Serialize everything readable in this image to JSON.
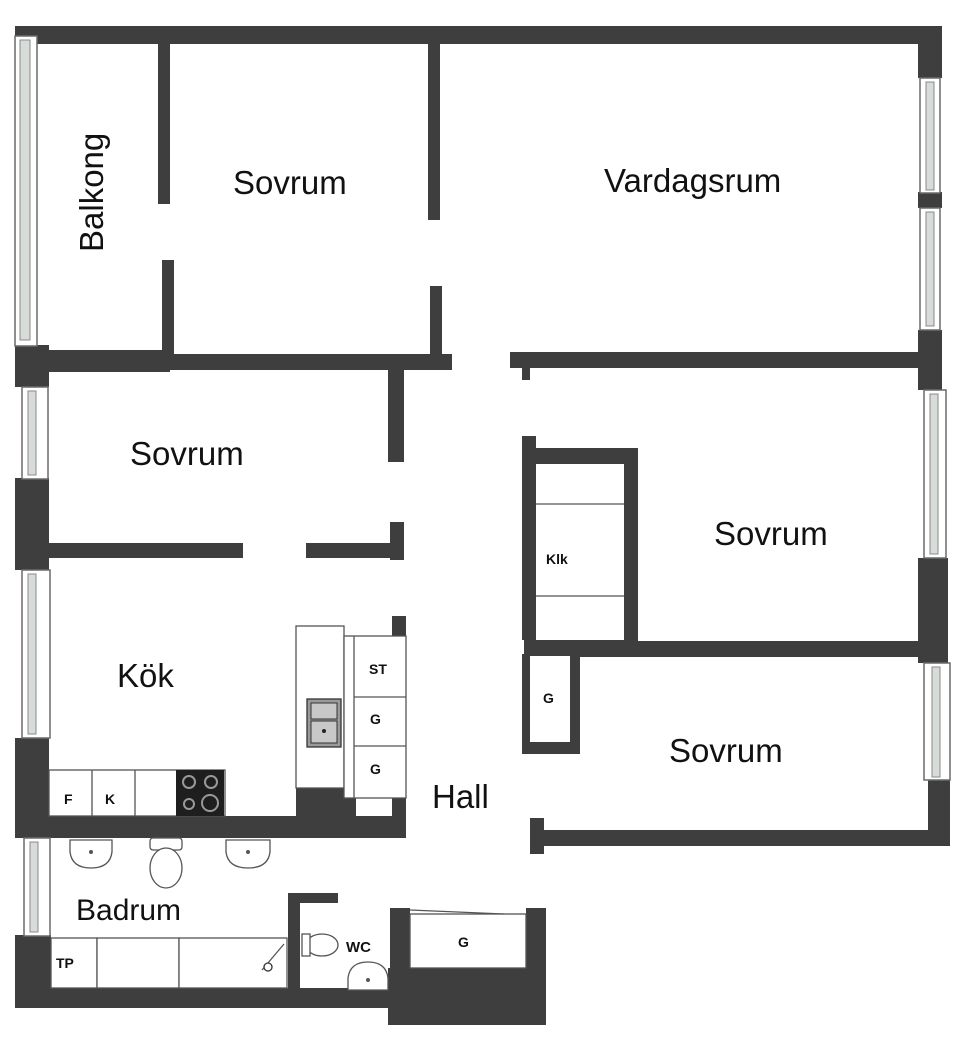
{
  "rooms": {
    "balkong": "Balkong",
    "sovrum_top": "Sovrum",
    "vardagsrum": "Vardagsrum",
    "sovrum_left": "Sovrum",
    "sovrum_right": "Sovrum",
    "kok": "Kök",
    "sovrum_bottom_right": "Sovrum",
    "hall": "Hall",
    "badrum": "Badrum",
    "wc": "WC"
  },
  "fixtures": {
    "klk": "Klk",
    "st": "ST",
    "g1": "G",
    "g2": "G",
    "g_hall": "G",
    "g_bottom": "G",
    "f": "F",
    "k": "K",
    "tp": "TP"
  }
}
